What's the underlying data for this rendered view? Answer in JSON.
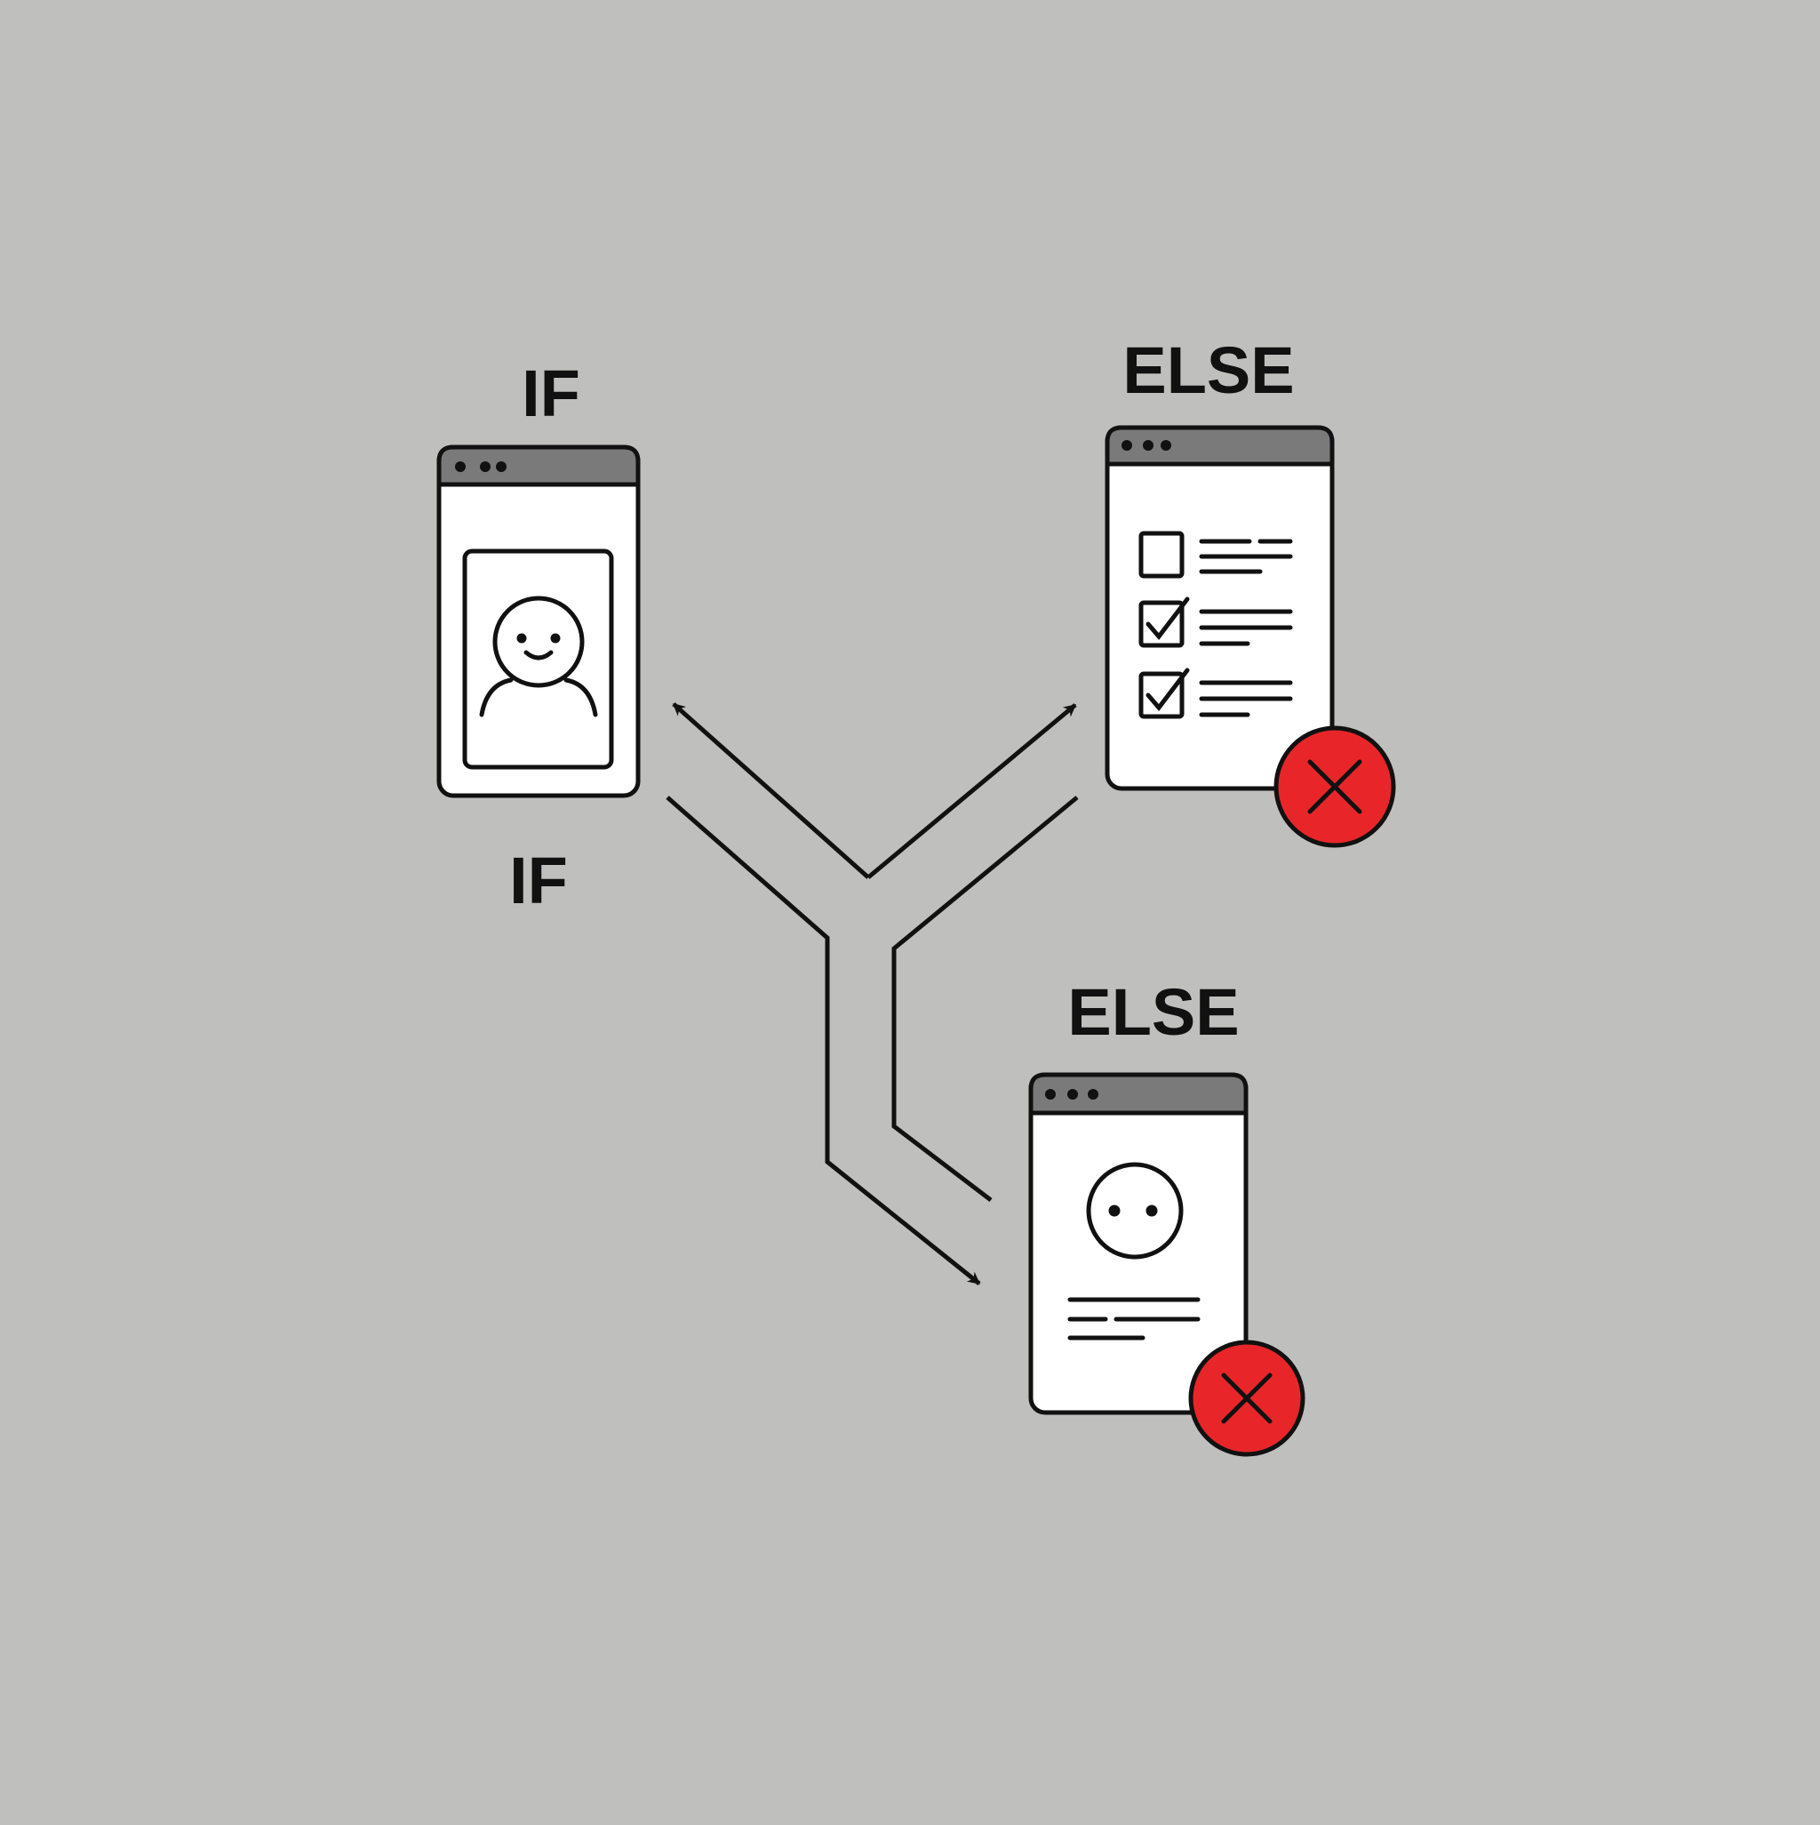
{
  "labels": {
    "if_top": "IF",
    "if_bottom": "IF",
    "else_top": "ELSE",
    "else_bottom": "ELSE"
  },
  "windows": [
    {
      "id": "profile-photo-window",
      "content": "avatar-smile-icon",
      "status": "none"
    },
    {
      "id": "checklist-window",
      "content": "checklist-icon",
      "checklist": [
        "unchecked",
        "checked",
        "checked"
      ],
      "status": "error"
    },
    {
      "id": "neutral-profile-window",
      "content": "neutral-face-icon",
      "status": "error"
    }
  ],
  "colors": {
    "background": "#bfbfbd",
    "titlebar": "#7a7a7a",
    "error": "#e8262a",
    "stroke": "#111111"
  }
}
